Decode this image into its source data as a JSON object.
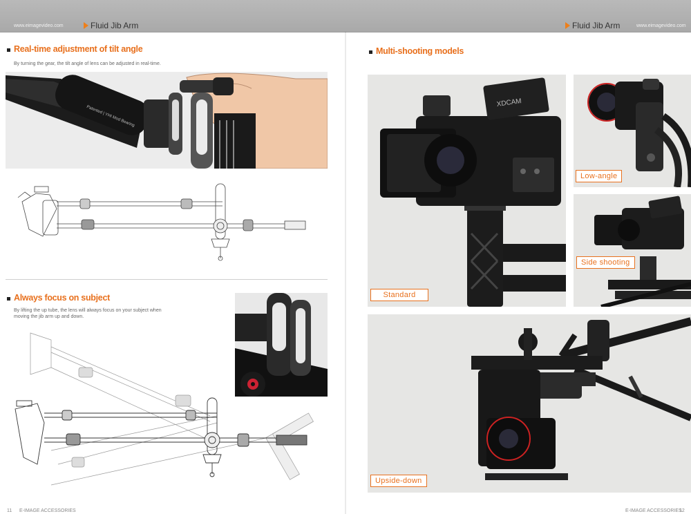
{
  "header": {
    "site_left": "www.eimagevideo.com",
    "site_right": "www.eimagevideo.com",
    "title_left": "Fluid Jib Arm",
    "title_right": "Fluid Jib Arm"
  },
  "left_page": {
    "section1": {
      "title": "Real-time adjustment of tilt angle",
      "description": "By turning the gear, the tilt angle of lens can be adjusted in real-time."
    },
    "section2": {
      "title": "Always focus on subject",
      "description_line1": "By lifting the up tube, the lens will always focus on your subject when",
      "description_line2": "moving the jib arm up and down."
    },
    "tube_print": "Patented | YHI Mod Bearing"
  },
  "right_page": {
    "section_title": "Multi-shooting models",
    "camera_brand": "XDCAM",
    "labels": {
      "standard": "Standard",
      "low_angle": "Low-angle",
      "side_shooting": "Side shooting",
      "upside_down": "Upside-down"
    }
  },
  "footer": {
    "page_left": "11",
    "brand_left": "E-IMAGE ACCESSORIES",
    "brand_right": "E-IMAGE ACCESSORIES",
    "page_right": "12"
  },
  "colors": {
    "accent": "#e8701d",
    "header_bg": "#b0b0b0",
    "panel_bg": "#e6e6e4",
    "skin": "#f0c7a7"
  }
}
